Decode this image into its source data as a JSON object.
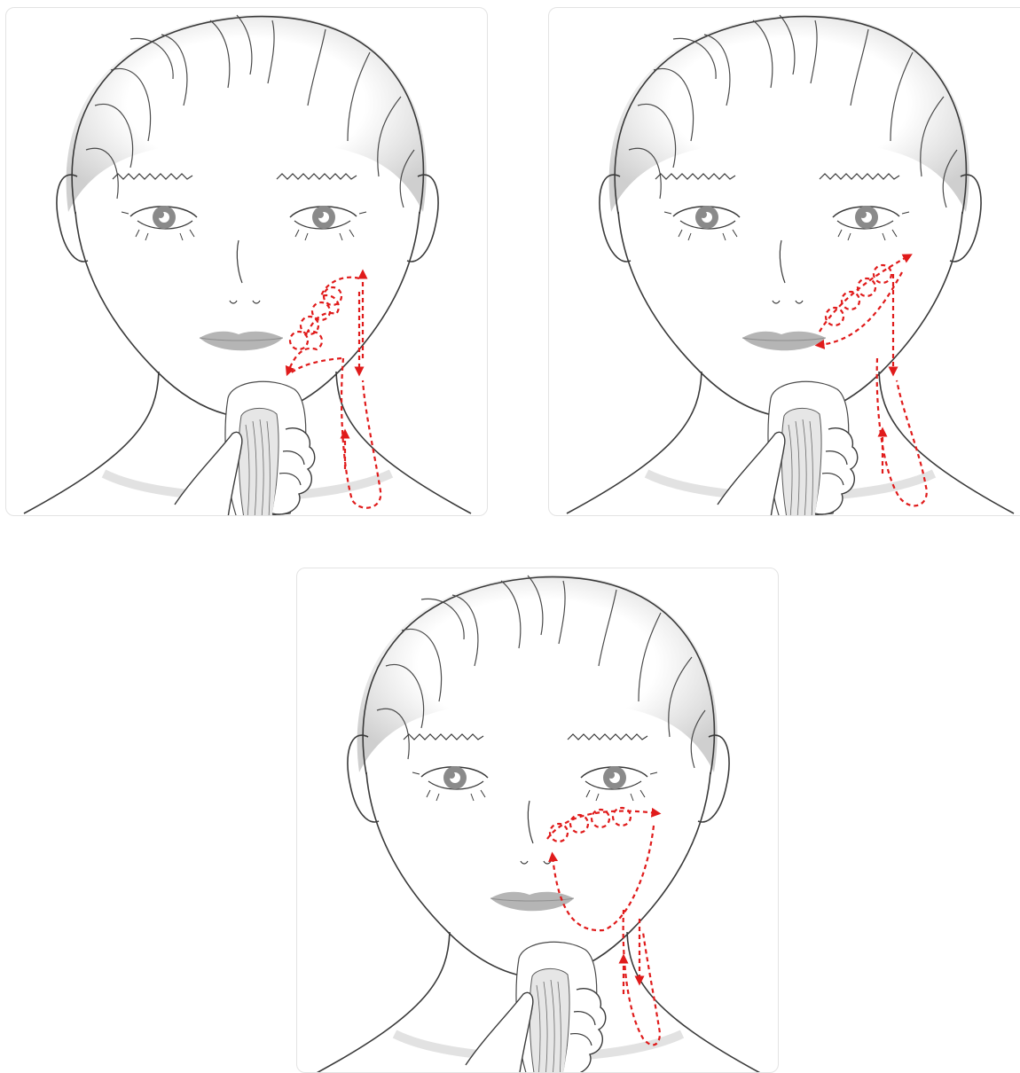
{
  "figure": {
    "panel_count": 3,
    "subject": "face-illustration",
    "device": "facial-massage-device",
    "colors": {
      "outline": "#3a3a3a",
      "hair_shadow": "#d6d6d6",
      "iris": "#8a8a8a",
      "lips": "#b5b5b5",
      "path": "#e01b1b",
      "panel_border": "#e3e3e3"
    },
    "panels": [
      {
        "id": "panel-1",
        "region": "lower-cheek",
        "motion": "spiral-toward-chin",
        "return": "down-jaw-and-neck"
      },
      {
        "id": "panel-2",
        "region": "mid-cheek",
        "motion": "spiral-toward-ear",
        "return": "down-jaw-and-neck"
      },
      {
        "id": "panel-3",
        "region": "upper-cheek",
        "motion": "spiral-toward-ear",
        "return": "down-jaw-and-neck"
      }
    ],
    "icons": [
      "face-icon",
      "hand-icon",
      "device-icon",
      "arrow-icon"
    ]
  }
}
